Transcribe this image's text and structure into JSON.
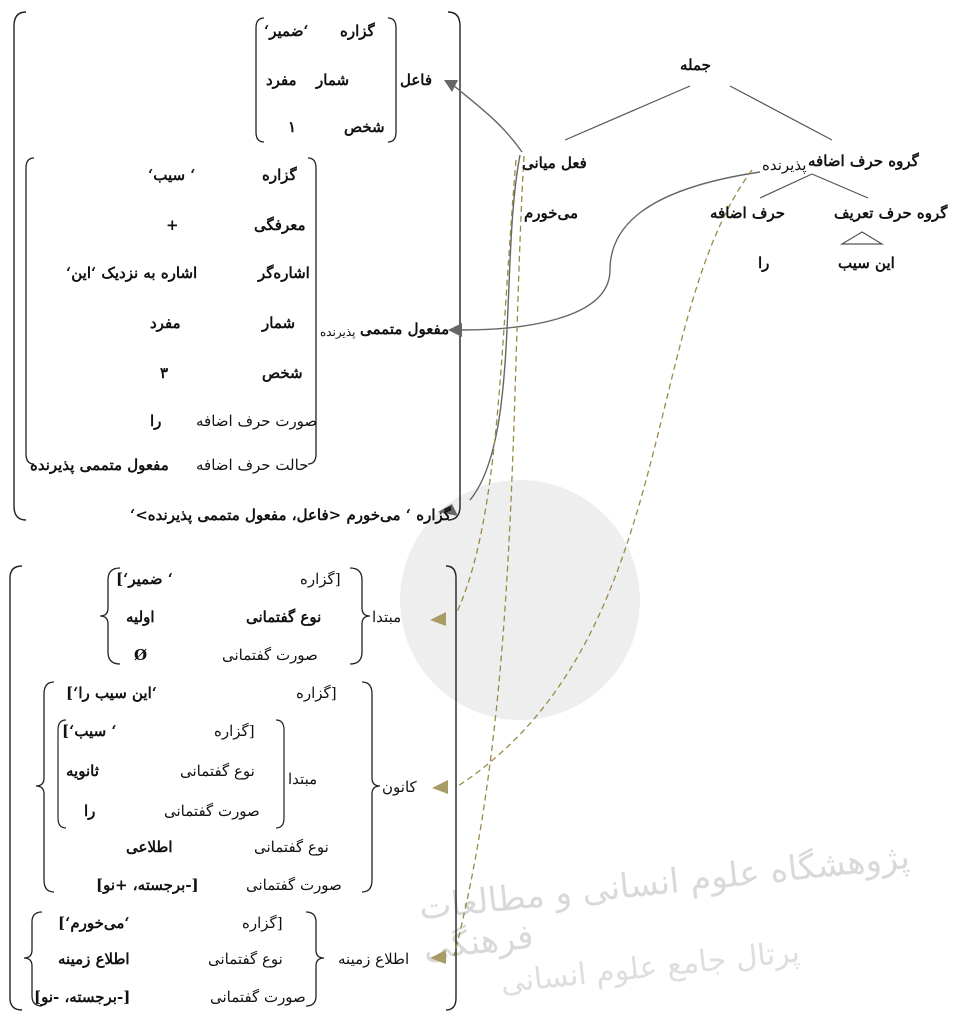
{
  "tree": {
    "root": "جمله",
    "verb_node": "فعل میانی",
    "verb_word": "می‌خورم",
    "pp_node": "گروه حرف اضافه",
    "pp_sub": "پذیرنده",
    "prep_node": "حرف اضافه",
    "prep_word": "را",
    "det_node": "گروه حرف تعریف",
    "det_word": "این سیب"
  },
  "fstructure": {
    "subj_label": "فاعل",
    "subj": {
      "pred_attr": "گزاره",
      "pred_val": "‘ضمیر‘",
      "num_attr": "شمار",
      "num_val": "مفرد",
      "pers_attr": "شخص",
      "pers_val": "۱"
    },
    "obj_label": "مفعول متممی",
    "obj_sub": "پذیرنده",
    "obj": {
      "pred_attr": "گزاره",
      "pred_val": "‘ سیب‘",
      "def_attr": "معرفگی",
      "def_val": "+",
      "dem_attr": "اشاره‌گر",
      "dem_val": "اشاره به نزدیک  ‘این‘",
      "num_attr": "شمار",
      "num_val": "مفرد",
      "pers_attr": "شخص",
      "pers_val": "۳",
      "pform_attr": "صورت حرف اضافه",
      "pform_val": "را",
      "pcase_attr": "حالت حرف اضافه",
      "pcase_val": "مفعول متممی پذیرنده"
    },
    "pred_line": "گزاره ‘ می‌خورم <فاعل، مفعول متممی پذیرنده>‘"
  },
  "istructure": {
    "topic_label": "مبتدا",
    "topic": {
      "pred_attr": "[گزاره",
      "pred_val": "‘ ضمیر‘]",
      "dtype_attr": "نوع گفتمانی",
      "dtype_val": "اولیه",
      "dform_attr": "صورت گفتمانی",
      "dform_val": "Ø"
    },
    "focus_label": "کانون",
    "focus": {
      "pred_attr": "[گزاره",
      "pred_val": "‘این سیب را‘]",
      "inner_label": "مبتدا",
      "inner": {
        "pred_attr": "[گزاره",
        "pred_val": "‘ سیب‘]",
        "dtype_attr": "نوع گفتمانی",
        "dtype_val": "ثانویه",
        "dform_attr": "صورت گفتمانی",
        "dform_val": "را"
      },
      "dtype_attr": "نوع گفتمانی",
      "dtype_val": "اطلاعی",
      "dform_attr": "صورت گفتمانی",
      "dform_val": "[-برجسته، +نو]"
    },
    "bg_label": "اطلاع زمینه",
    "bg": {
      "pred_attr": "[گزاره",
      "pred_val": "‘می‌خورم‘]",
      "dtype_attr": "نوع گفتمانی",
      "dtype_val": "اطلاع زمینه",
      "dform_attr": "صورت گفتمانی",
      "dform_val": "[-برجسته، -نو]"
    }
  },
  "watermark": {
    "line1": "پژوهشگاه علوم انسانی و مطالعات فرهنگی",
    "line2": "پرتال جامع علوم انسانی"
  },
  "colors": {
    "solid_arrow": "#666666",
    "dashed_arrow": "#9a8a45",
    "triangle_head": "#a89c66"
  }
}
